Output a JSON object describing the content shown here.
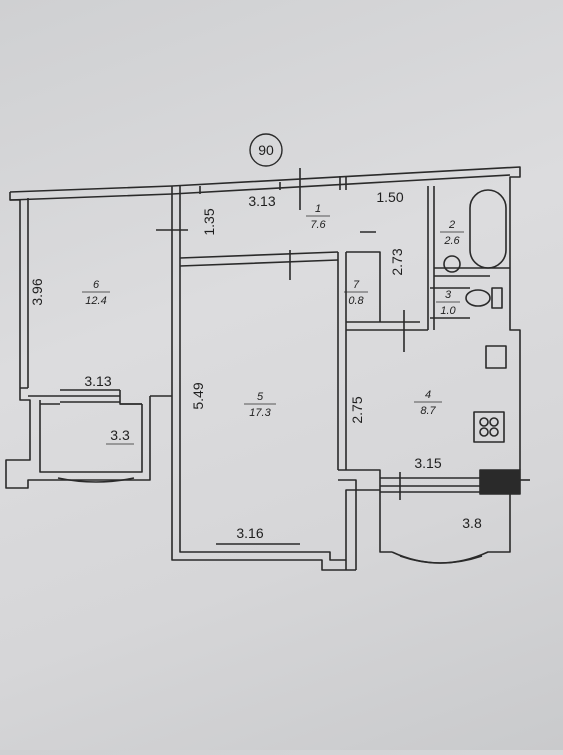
{
  "plan": {
    "apartment_number": "90",
    "rooms": [
      {
        "id": "1",
        "area": "7.6"
      },
      {
        "id": "2",
        "area": "2.6"
      },
      {
        "id": "3",
        "area": "1.0"
      },
      {
        "id": "4",
        "area": "8.7"
      },
      {
        "id": "5",
        "area": "17.3"
      },
      {
        "id": "6",
        "area": "12.4"
      },
      {
        "id": "7",
        "area": "0.8"
      }
    ],
    "balconies": [
      {
        "area": "3.3"
      },
      {
        "area": "3.8"
      }
    ],
    "dimensions": [
      "3.13",
      "1.50",
      "1.35",
      "2.73",
      "3.96",
      "3.13",
      "5.49",
      "2.75",
      "3.15",
      "3.16"
    ]
  },
  "colors": {
    "wall": "#2a2a2a",
    "wall_fill": "#f3f3f1",
    "paper": "#d6d6d8"
  }
}
